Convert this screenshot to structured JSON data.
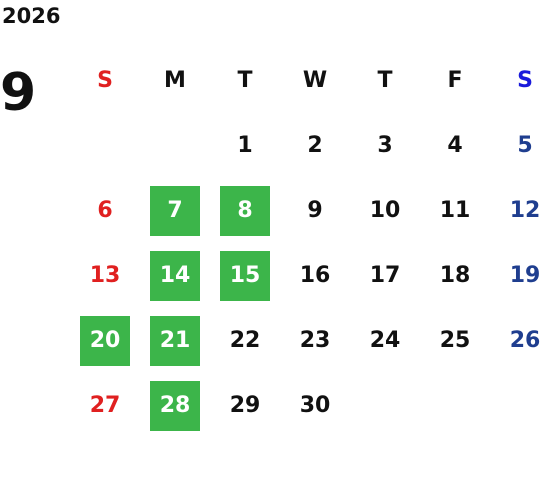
{
  "calendar": {
    "year": "2026",
    "month": "9",
    "weekday_headers": [
      "S",
      "M",
      "T",
      "W",
      "T",
      "F",
      "S"
    ],
    "first_weekday_index": 2,
    "days": [
      "1",
      "2",
      "3",
      "4",
      "5",
      "6",
      "7",
      "8",
      "9",
      "10",
      "11",
      "12",
      "13",
      "14",
      "15",
      "16",
      "17",
      "18",
      "19",
      "20",
      "21",
      "22",
      "23",
      "24",
      "25",
      "26",
      "27",
      "28",
      "29",
      "30"
    ],
    "highlighted_days": [
      "7",
      "8",
      "14",
      "15",
      "20",
      "21",
      "28"
    ],
    "colors": {
      "highlight": "#3cb54a",
      "sunday": "#e02020",
      "saturday": "#1f3e8f",
      "saturday_header": "#1a1adb",
      "text": "#111111"
    }
  }
}
